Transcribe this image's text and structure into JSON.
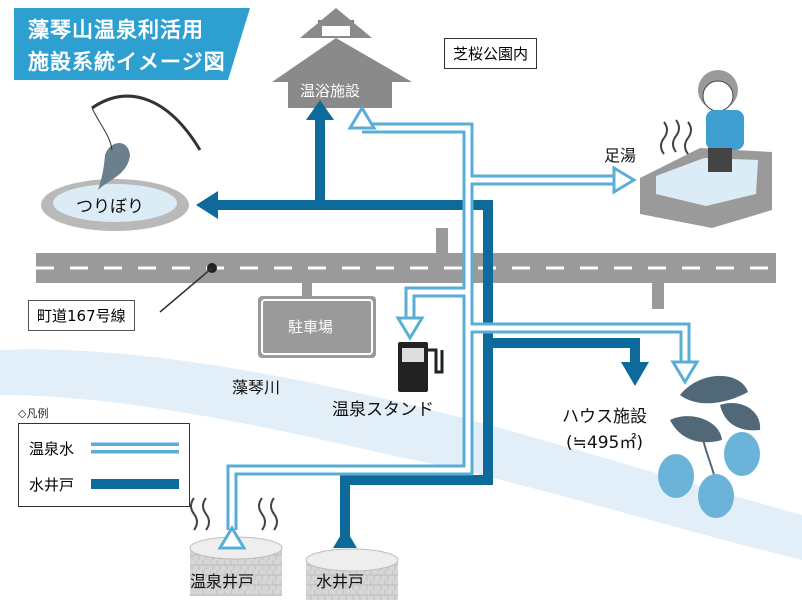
{
  "title": {
    "line1": "藻琴山温泉利活用",
    "line2": "施設系統イメージ図"
  },
  "park_label": "芝桜公園内",
  "facilities": {
    "bath": "温浴施設",
    "fishing": "つりぼり",
    "footbath": "足湯",
    "parking": "駐車場",
    "stand": "温泉スタンド",
    "house": "ハウス施設",
    "house_area": "(≒495㎡)",
    "hot_well": "温泉井戸",
    "water_well": "水井戸"
  },
  "road_label": "町道167号線",
  "river_label": "藻琴川",
  "legend": {
    "heading": "◇凡例",
    "items": [
      {
        "label": "温泉水",
        "style": "double-line",
        "color": "#5aaed6"
      },
      {
        "label": "水井戸",
        "style": "solid",
        "color": "#0e6a9a"
      }
    ]
  },
  "colors": {
    "hot_water": "#5aaed6",
    "well_water": "#0e6a9a",
    "title_bg": "#2d9fd1",
    "river": "#e3eff8",
    "road": "#9a9a9a",
    "building": "#8a8a8a"
  }
}
